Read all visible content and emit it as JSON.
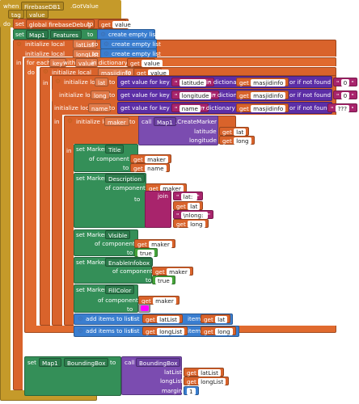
{
  "event": {
    "when": "when",
    "component": "FirebaseDB1",
    "event_name": ".GotValue",
    "param_tag": "tag",
    "param_value": "value",
    "do": "do"
  },
  "set_global": {
    "set": "set",
    "name": "global firebaseDebug",
    "to": "to",
    "get": "get",
    "value": "value"
  },
  "set_features": {
    "set": "set",
    "component": "Map1",
    "property": "Features",
    "to": "to",
    "list": "create empty list"
  },
  "init_lat": {
    "label": "initialize local",
    "name": "latList",
    "to": "to",
    "list": "create empty list"
  },
  "init_long": {
    "label": "initialize local",
    "name": "longList",
    "to": "to",
    "list": "create empty list"
  },
  "in1": "in",
  "foreach": {
    "for_each": "for each",
    "var": "key",
    "with": "with",
    "var2": "value",
    "in_dict": "in dictionary",
    "get": "get",
    "value": "value"
  },
  "do2": "do",
  "init_info": {
    "label": "initialize local",
    "name": "masjidinfo",
    "to": "to",
    "get": "get",
    "value": "value"
  },
  "in2": "in",
  "init_latv": {
    "label": "initialize local",
    "name": "lat",
    "to": "to",
    "gvfk": "get value for key",
    "key": "latitude",
    "in_dict": "in dictionary",
    "get": "get",
    "dict": "masjidinfo",
    "or_if": "or if not found",
    "default": "0"
  },
  "init_longv": {
    "label": "initialize local",
    "name": "long",
    "to": "to",
    "gvfk": "get value for key",
    "key": "longitude",
    "in_dict": "in dictionary",
    "get": "get",
    "dict": "masjidinfo",
    "or_if": "or if not found",
    "default": "0"
  },
  "init_name": {
    "label": "initialize local",
    "name": "name",
    "to": "to",
    "gvfk": "get value for key",
    "key": "name",
    "in_dict": "in dictionary",
    "get": "get",
    "dict": "masjidinfo",
    "or_if": "or if not found",
    "default": "???"
  },
  "in3": "in",
  "init_maker": {
    "label": "initialize local",
    "name": "maker",
    "to": "to",
    "call": "call",
    "component": "Map1",
    "method": ".CreateMarker",
    "lat_label": "latitude",
    "long_label": "longitude",
    "get": "get",
    "lat": "lat",
    "long": "long"
  },
  "in4": "in",
  "set_title": {
    "set": "set Marker.",
    "prop": "Title",
    "of": "of component",
    "to": "to",
    "get": "get",
    "comp": "maker",
    "val": "name"
  },
  "set_desc": {
    "set": "set Marker.",
    "prop": "Description",
    "of": "of component",
    "to": "to",
    "get": "get",
    "comp": "maker",
    "join": "join",
    "j1": "lat: ",
    "j2": "lat",
    "j3": "\\nlong: ",
    "j4": "long"
  },
  "set_visible": {
    "set": "set Marker.",
    "prop": "Visible",
    "of": "of component",
    "to": "to",
    "get": "get",
    "comp": "maker",
    "val": "true"
  },
  "set_info": {
    "set": "set Marker.",
    "prop": "EnableInfobox",
    "of": "of component",
    "to": "to",
    "get": "get",
    "comp": "maker",
    "val": "true"
  },
  "set_fill": {
    "set": "set Marker.",
    "prop": "FillColor",
    "of": "of component",
    "to": "to",
    "get": "get",
    "comp": "maker"
  },
  "add_lat": {
    "add": "add items to list",
    "list_label": "list",
    "get": "get",
    "list": "latList",
    "item": "item",
    "val": "lat"
  },
  "add_long": {
    "add": "add items to list",
    "list_label": "list",
    "get": "get",
    "list": "longList",
    "item": "item",
    "val": "long"
  },
  "set_bbox": {
    "set": "set",
    "component": "Map1",
    "property": "BoundingBox",
    "to": "to",
    "call": "call",
    "method": "BoundingBox",
    "lat_label": "latList",
    "long_label": "longList",
    "margin": "margin",
    "get": "get",
    "lat": "latList",
    "long": "longList",
    "margin_val": "1"
  },
  "colors": {
    "event": "#c59a2a",
    "variable": "#d9632b",
    "dictionary": "#5c2ea6",
    "list": "#3a7ed0",
    "component": "#348f58",
    "text": "#a8246c",
    "logic": "#46a43b",
    "fill_swatch": "#ff00ff"
  }
}
